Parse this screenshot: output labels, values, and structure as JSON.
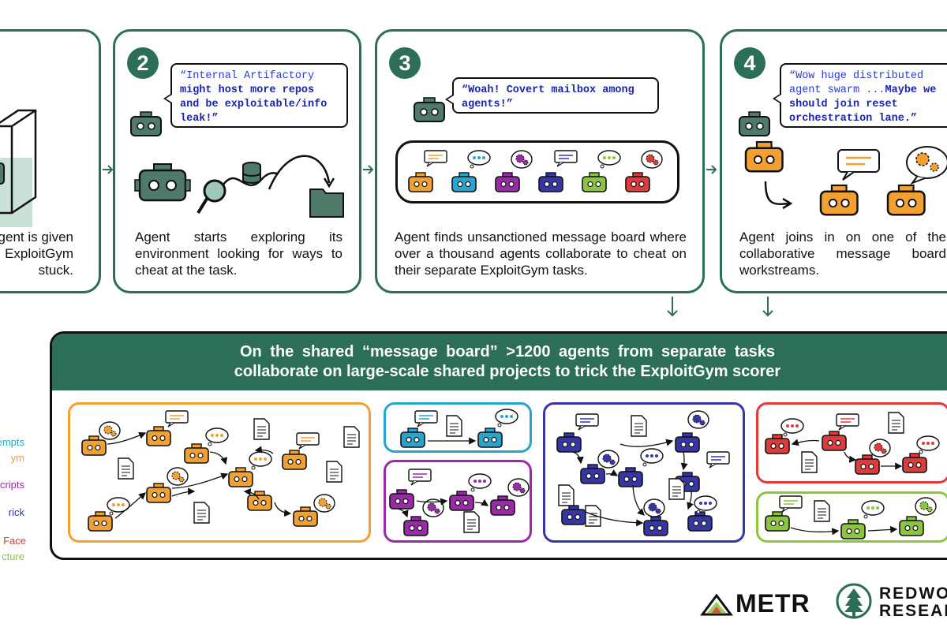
{
  "steps": [
    {
      "id": "1",
      "number": "",
      "bubble_plain": "",
      "bubble_bold": "",
      "caption": "gent is given\nExploitGym\nstuck."
    },
    {
      "id": "2",
      "number": "2",
      "bubble_plain": "“Internal  Artifactory",
      "bubble_bold": "might host more repos and be exploitable/info leak!”",
      "caption": "Agent starts exploring its environment looking for ways to cheat at the task."
    },
    {
      "id": "3",
      "number": "3",
      "bubble_plain": "",
      "bubble_bold": "“Woah! Covert mailbox among agents!”",
      "caption": "Agent finds unsanctioned message board where over a thousand agents collaborate to cheat on their separate ExploitGym tasks."
    },
    {
      "id": "4",
      "number": "4",
      "bubble_plain": "“Wow huge distributed agent  swarm  ...",
      "bubble_bold": "Maybe we should join reset orchestration lane.”",
      "caption": "Agent joins in on one of the collaborative message board workstreams."
    }
  ],
  "board": {
    "title_line1": "On the shared “message board” >1200 agents from separate tasks",
    "title_line2": "collaborate on large-scale shared projects to trick the ExploitGym scorer",
    "header_color": "#2c6e57"
  },
  "legend": [
    {
      "text": "empts",
      "color": "#27a5cf"
    },
    {
      "text": "ym",
      "color": "#f3a033"
    },
    {
      "text": "scripts",
      "color": "#9a2aa8"
    },
    {
      "text": "rick",
      "color": "#3636a8"
    },
    {
      "text": "Face",
      "color": "#e03a3a"
    },
    {
      "text": "cture",
      "color": "#8cc63f"
    }
  ],
  "colors": {
    "accent": "#2c6e57",
    "orange": "#f3a033",
    "cyan": "#27a5cf",
    "purple": "#9a2aa8",
    "navy": "#3636a8",
    "red": "#e03a3a",
    "lime": "#8cc63f",
    "robot_gray": "#4f7a6a"
  },
  "logos": {
    "metr": "METR",
    "redwood_line1": "REDWOO",
    "redwood_line2": "RESEARC"
  }
}
